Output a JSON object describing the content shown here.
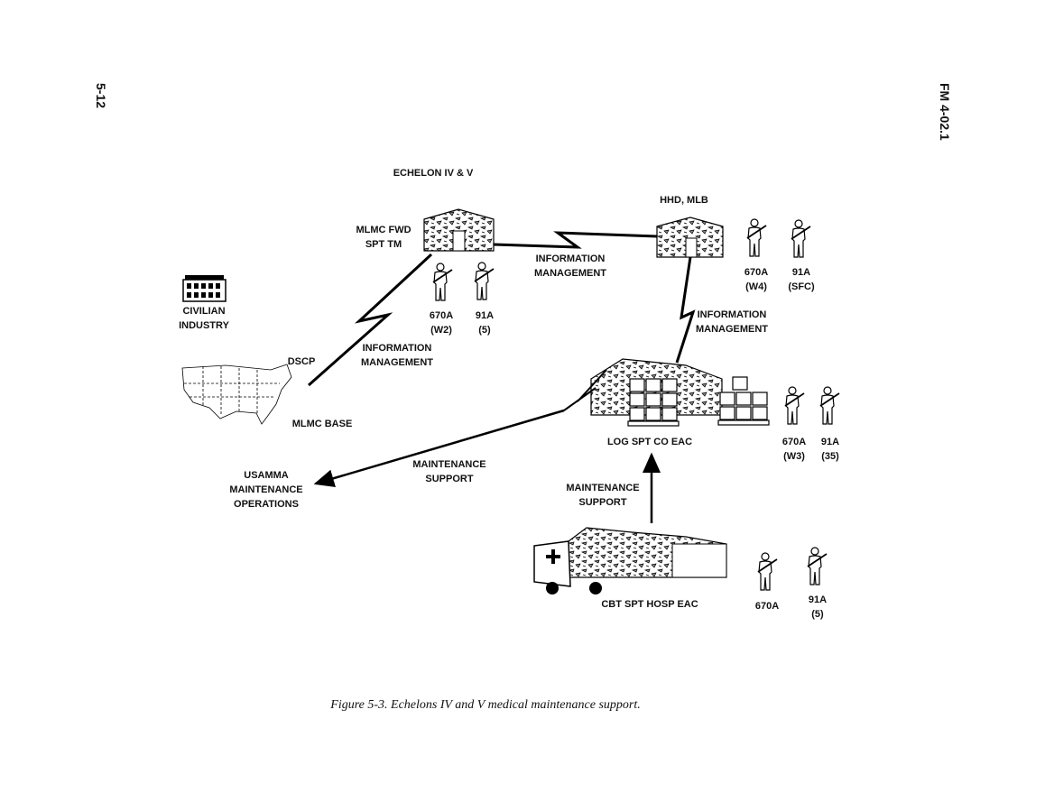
{
  "page": {
    "number": "5-12",
    "manual": "FM 4-02.1"
  },
  "figure_caption": "Figure 5-3.  Echelons IV and V medical maintenance support.",
  "diagram": {
    "title": "ECHELON IV & V",
    "nodes": {
      "mlmc_fwd": {
        "line1": "MLMC FWD",
        "line2": "SPT TM",
        "personnel": [
          {
            "mos": "670A",
            "grade": "(W2)"
          },
          {
            "mos": "91A",
            "grade": "(5)"
          }
        ]
      },
      "hhd_mlb": {
        "label": "HHD, MLB",
        "personnel": [
          {
            "mos": "670A",
            "grade": "(W4)"
          },
          {
            "mos": "91A",
            "grade": "(SFC)"
          }
        ]
      },
      "civilian": {
        "line1": "CIVILIAN",
        "line2": "INDUSTRY"
      },
      "dscp": {
        "label": "DSCP"
      },
      "mlmc_base": {
        "label": "MLMC BASE"
      },
      "log_spt": {
        "label": "LOG SPT CO EAC",
        "personnel": [
          {
            "mos": "670A",
            "grade": "(W3)"
          },
          {
            "mos": "91A",
            "grade": "(35)"
          }
        ]
      },
      "usamma": {
        "line1": "USAMMA",
        "line2": "MAINTENANCE",
        "line3": "OPERATIONS"
      },
      "cbt_hosp": {
        "label": "CBT SPT HOSP EAC",
        "personnel": [
          {
            "mos": "670A",
            "grade": ""
          },
          {
            "mos": "91A",
            "grade": "(5)"
          }
        ]
      }
    },
    "links": {
      "info_top": {
        "line1": "INFORMATION",
        "line2": "MANAGEMENT"
      },
      "info_right": {
        "line1": "INFORMATION",
        "line2": "MANAGEMENT"
      },
      "info_left": {
        "line1": "INFORMATION",
        "line2": "MANAGEMENT"
      },
      "maint_left": {
        "line1": "MAINTENANCE",
        "line2": "SUPPORT"
      },
      "maint_up": {
        "line1": "MAINTENANCE",
        "line2": "SUPPORT"
      }
    }
  }
}
